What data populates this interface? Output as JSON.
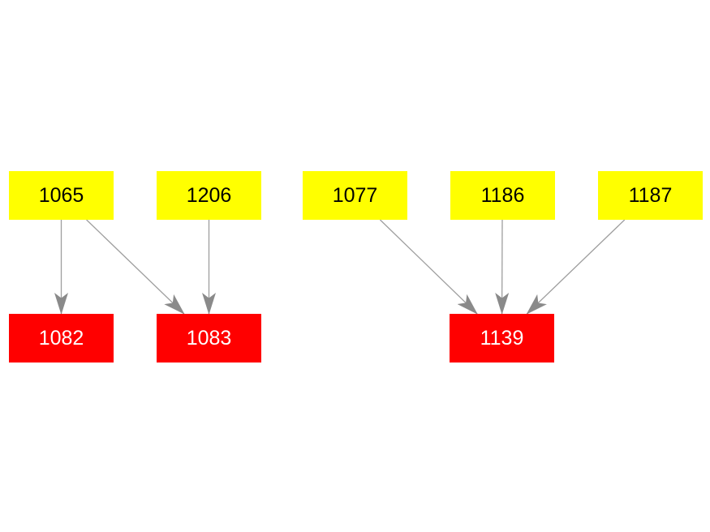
{
  "diagram": {
    "type": "graph",
    "background": "#ffffff",
    "parent_node_color": "#ffff00",
    "child_node_color": "#ff0000",
    "edge_color": "#8a8a8a",
    "nodes": [
      {
        "id": "1065",
        "label": "1065",
        "role": "parent"
      },
      {
        "id": "1206",
        "label": "1206",
        "role": "parent"
      },
      {
        "id": "1077",
        "label": "1077",
        "role": "parent"
      },
      {
        "id": "1186",
        "label": "1186",
        "role": "parent"
      },
      {
        "id": "1187",
        "label": "1187",
        "role": "parent"
      },
      {
        "id": "1082",
        "label": "1082",
        "role": "child"
      },
      {
        "id": "1083",
        "label": "1083",
        "role": "child"
      },
      {
        "id": "1139",
        "label": "1139",
        "role": "child"
      }
    ],
    "edges": [
      {
        "from": "1065",
        "to": "1082"
      },
      {
        "from": "1065",
        "to": "1083"
      },
      {
        "from": "1206",
        "to": "1083"
      },
      {
        "from": "1077",
        "to": "1139"
      },
      {
        "from": "1186",
        "to": "1139"
      },
      {
        "from": "1187",
        "to": "1139"
      }
    ]
  }
}
